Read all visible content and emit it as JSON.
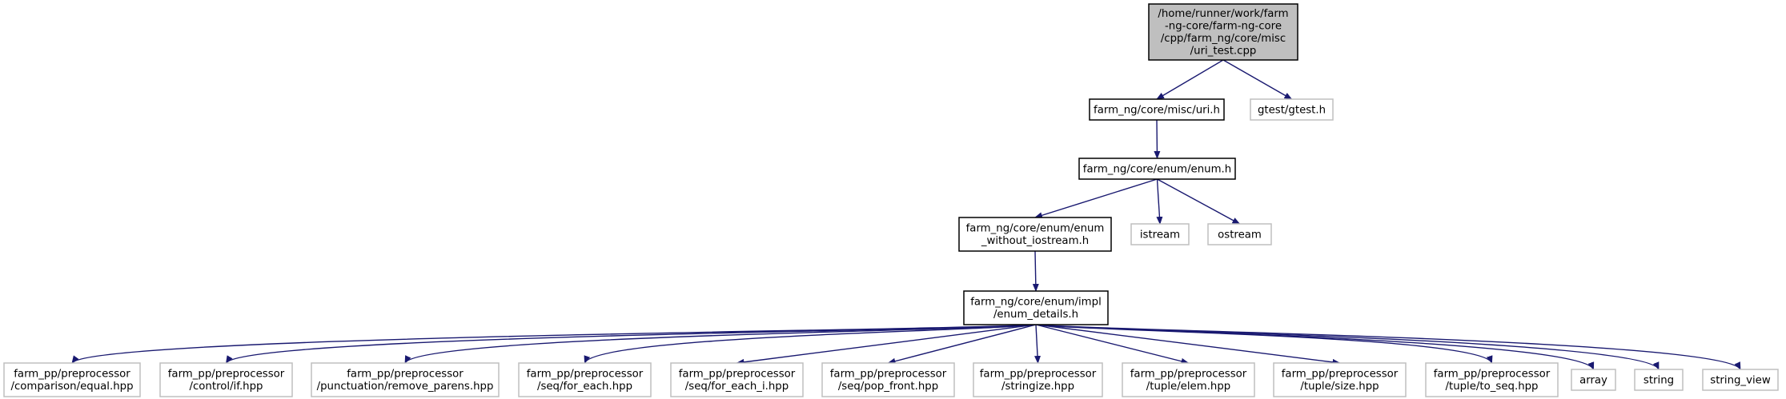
{
  "graph": {
    "nodes": [
      {
        "id": "uri_test",
        "lines": [
          "/home/runner/work/farm",
          "-ng-core/farm-ng-core",
          "/cpp/farm_ng/core/misc",
          "/uri_test.cpp"
        ],
        "style": "root"
      },
      {
        "id": "uri_h",
        "lines": [
          "farm_ng/core/misc/uri.h"
        ],
        "style": "documented"
      },
      {
        "id": "gtest",
        "lines": [
          "gtest/gtest.h"
        ],
        "style": "external"
      },
      {
        "id": "enum_h",
        "lines": [
          "farm_ng/core/enum/enum.h"
        ],
        "style": "documented"
      },
      {
        "id": "enum_wo_io",
        "lines": [
          "farm_ng/core/enum/enum",
          "_without_iostream.h"
        ],
        "style": "documented"
      },
      {
        "id": "istream",
        "lines": [
          "istream"
        ],
        "style": "external"
      },
      {
        "id": "ostream",
        "lines": [
          "ostream"
        ],
        "style": "external"
      },
      {
        "id": "enum_details",
        "lines": [
          "farm_ng/core/enum/impl",
          "/enum_details.h"
        ],
        "style": "documented"
      },
      {
        "id": "pp_equal",
        "lines": [
          "farm_pp/preprocessor",
          "/comparison/equal.hpp"
        ],
        "style": "external"
      },
      {
        "id": "pp_if",
        "lines": [
          "farm_pp/preprocessor",
          "/control/if.hpp"
        ],
        "style": "external"
      },
      {
        "id": "pp_remove_parens",
        "lines": [
          "farm_pp/preprocessor",
          "/punctuation/remove_parens.hpp"
        ],
        "style": "external"
      },
      {
        "id": "pp_for_each",
        "lines": [
          "farm_pp/preprocessor",
          "/seq/for_each.hpp"
        ],
        "style": "external"
      },
      {
        "id": "pp_for_each_i",
        "lines": [
          "farm_pp/preprocessor",
          "/seq/for_each_i.hpp"
        ],
        "style": "external"
      },
      {
        "id": "pp_pop_front",
        "lines": [
          "farm_pp/preprocessor",
          "/seq/pop_front.hpp"
        ],
        "style": "external"
      },
      {
        "id": "pp_stringize",
        "lines": [
          "farm_pp/preprocessor",
          "/stringize.hpp"
        ],
        "style": "external"
      },
      {
        "id": "pp_elem",
        "lines": [
          "farm_pp/preprocessor",
          "/tuple/elem.hpp"
        ],
        "style": "external"
      },
      {
        "id": "pp_size",
        "lines": [
          "farm_pp/preprocessor",
          "/tuple/size.hpp"
        ],
        "style": "external"
      },
      {
        "id": "pp_to_seq",
        "lines": [
          "farm_pp/preprocessor",
          "/tuple/to_seq.hpp"
        ],
        "style": "external"
      },
      {
        "id": "array",
        "lines": [
          "array"
        ],
        "style": "external"
      },
      {
        "id": "string",
        "lines": [
          "string"
        ],
        "style": "external"
      },
      {
        "id": "string_view",
        "lines": [
          "string_view"
        ],
        "style": "external"
      }
    ],
    "edges": [
      {
        "from": "uri_test",
        "to": "uri_h"
      },
      {
        "from": "uri_test",
        "to": "gtest"
      },
      {
        "from": "uri_h",
        "to": "enum_h"
      },
      {
        "from": "enum_h",
        "to": "enum_wo_io"
      },
      {
        "from": "enum_h",
        "to": "istream"
      },
      {
        "from": "enum_h",
        "to": "ostream"
      },
      {
        "from": "enum_wo_io",
        "to": "enum_details"
      },
      {
        "from": "enum_details",
        "to": "pp_equal"
      },
      {
        "from": "enum_details",
        "to": "pp_if"
      },
      {
        "from": "enum_details",
        "to": "pp_remove_parens"
      },
      {
        "from": "enum_details",
        "to": "pp_for_each"
      },
      {
        "from": "enum_details",
        "to": "pp_for_each_i"
      },
      {
        "from": "enum_details",
        "to": "pp_pop_front"
      },
      {
        "from": "enum_details",
        "to": "pp_stringize"
      },
      {
        "from": "enum_details",
        "to": "pp_elem"
      },
      {
        "from": "enum_details",
        "to": "pp_size"
      },
      {
        "from": "enum_details",
        "to": "pp_to_seq"
      },
      {
        "from": "enum_details",
        "to": "array"
      },
      {
        "from": "enum_details",
        "to": "string"
      },
      {
        "from": "enum_details",
        "to": "string_view"
      }
    ],
    "colors": {
      "edge": "#191970",
      "root_fill": "#bfbfbf",
      "root_stroke": "#000000",
      "documented_fill": "#ffffff",
      "documented_stroke": "#000000",
      "external_fill": "#ffffff",
      "external_stroke": "#bfbfbf"
    }
  }
}
